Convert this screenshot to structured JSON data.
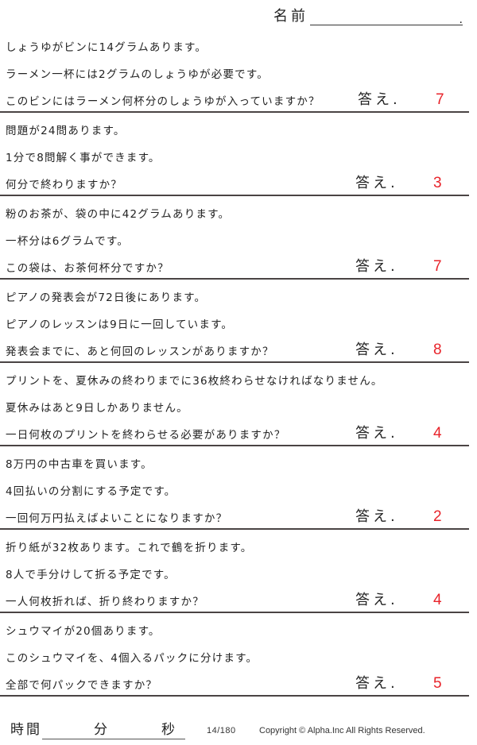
{
  "header": {
    "name_label": "名前",
    "name_end": "."
  },
  "answer_label": "答え.",
  "problems": [
    {
      "lines": [
        "しょうゆがビンに14グラムあります。",
        "ラーメン一杯には2グラムのしょうゆが必要です。",
        "このビンにはラーメン何杯分のしょうゆが入っていますか？"
      ],
      "answer": "7"
    },
    {
      "lines": [
        "問題が24問あります。",
        "1分で8問解く事ができます。",
        "何分で終わりますか？"
      ],
      "answer": "3"
    },
    {
      "lines": [
        "粉のお茶が、袋の中に42グラムあります。",
        "一杯分は6グラムです。",
        "この袋は、お茶何杯分ですか？"
      ],
      "answer": "7"
    },
    {
      "lines": [
        "ピアノの発表会が72日後にあります。",
        "ピアノのレッスンは9日に一回しています。",
        "発表会までに、あと何回のレッスンがありますか？"
      ],
      "answer": "8"
    },
    {
      "lines": [
        "プリントを、夏休みの終わりまでに36枚終わらせなければなりません。",
        "夏休みはあと9日しかありません。",
        "一日何枚のプリントを終わらせる必要がありますか？"
      ],
      "answer": "4"
    },
    {
      "lines": [
        "8万円の中古車を買います。",
        "4回払いの分割にする予定です。",
        "一回何万円払えばよいことになりますか？"
      ],
      "answer": "2"
    },
    {
      "lines": [
        "折り紙が32枚あります。これで鶴を折ります。",
        "8人で手分けして折る予定です。",
        "一人何枚折れば、折り終わりますか？"
      ],
      "answer": "4"
    },
    {
      "lines": [
        "シュウマイが20個あります。",
        "このシュウマイを、4個入るパックに分けます。",
        "全部で何パックできますか？"
      ],
      "answer": "5"
    }
  ],
  "footer": {
    "time_label": "時間",
    "minutes_label": "分",
    "seconds_label": "秒",
    "page_number": "14/180",
    "copyright": "Copyright ©  Alpha.Inc All Rights Reserved."
  },
  "colors": {
    "answer": "#e8232a",
    "text": "#222222",
    "separator": "#4a4444"
  }
}
